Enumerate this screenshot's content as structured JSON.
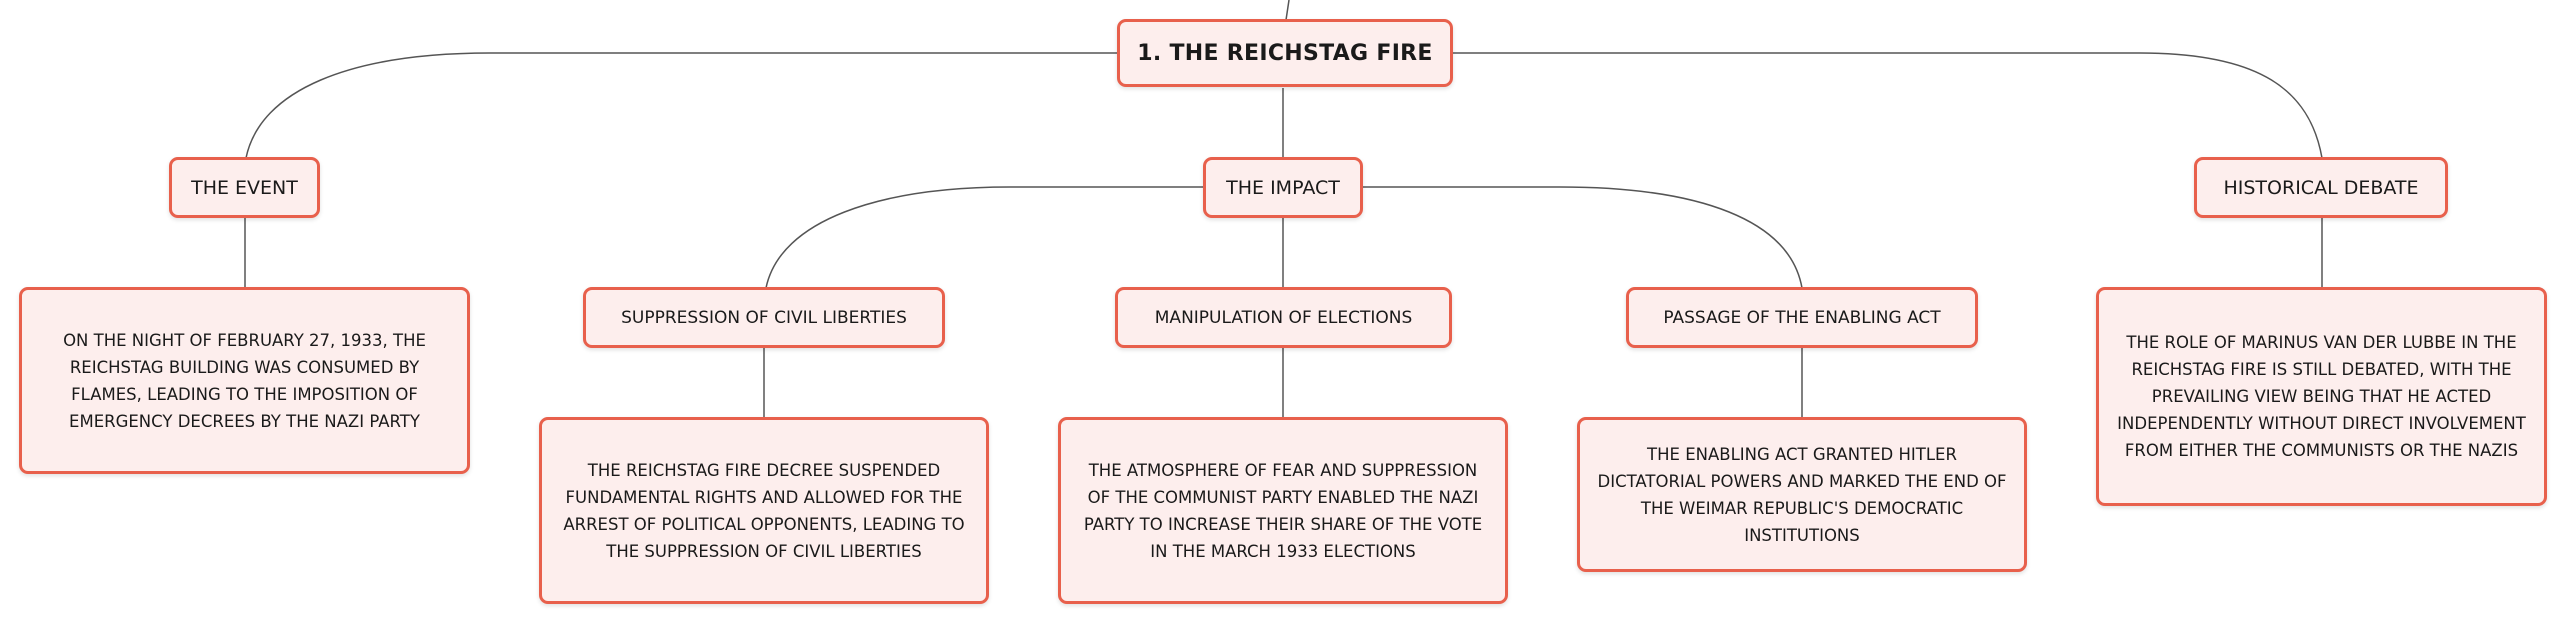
{
  "root": {
    "label": "1. THE REICHSTAG FIRE"
  },
  "topics": {
    "event": {
      "label": "THE EVENT",
      "detail": "ON THE NIGHT OF FEBRUARY 27, 1933, THE REICHSTAG BUILDING WAS CONSUMED BY FLAMES, LEADING TO THE IMPOSITION OF EMERGENCY DECREES BY THE NAZI PARTY"
    },
    "impact": {
      "label": "THE IMPACT",
      "subtopics": {
        "civil": {
          "label": "SUPPRESSION OF CIVIL LIBERTIES",
          "detail": "THE REICHSTAG FIRE DECREE SUSPENDED FUNDAMENTAL RIGHTS AND ALLOWED FOR THE ARREST OF POLITICAL OPPONENTS, LEADING TO THE SUPPRESSION OF CIVIL LIBERTIES"
        },
        "elections": {
          "label": "MANIPULATION OF ELECTIONS",
          "detail": "THE ATMOSPHERE OF FEAR AND SUPPRESSION OF THE COMMUNIST PARTY ENABLED THE NAZI PARTY TO INCREASE THEIR SHARE OF THE VOTE IN THE MARCH 1933 ELECTIONS"
        },
        "enabling": {
          "label": "PASSAGE OF THE ENABLING ACT",
          "detail": "THE ENABLING ACT GRANTED HITLER DICTATORIAL POWERS AND MARKED THE END OF THE WEIMAR REPUBLIC'S DEMOCRATIC INSTITUTIONS"
        }
      }
    },
    "debate": {
      "label": "HISTORICAL DEBATE",
      "detail": "THE ROLE OF MARINUS VAN DER LUBBE IN THE REICHSTAG FIRE IS STILL DEBATED, WITH THE PREVAILING VIEW BEING THAT HE ACTED INDEPENDENTLY WITHOUT DIRECT INVOLVEMENT FROM EITHER THE COMMUNISTS OR THE NAZIS"
    }
  },
  "colors": {
    "border": "#e8604c",
    "fill": "#fdeeed",
    "connector": "#555555"
  }
}
